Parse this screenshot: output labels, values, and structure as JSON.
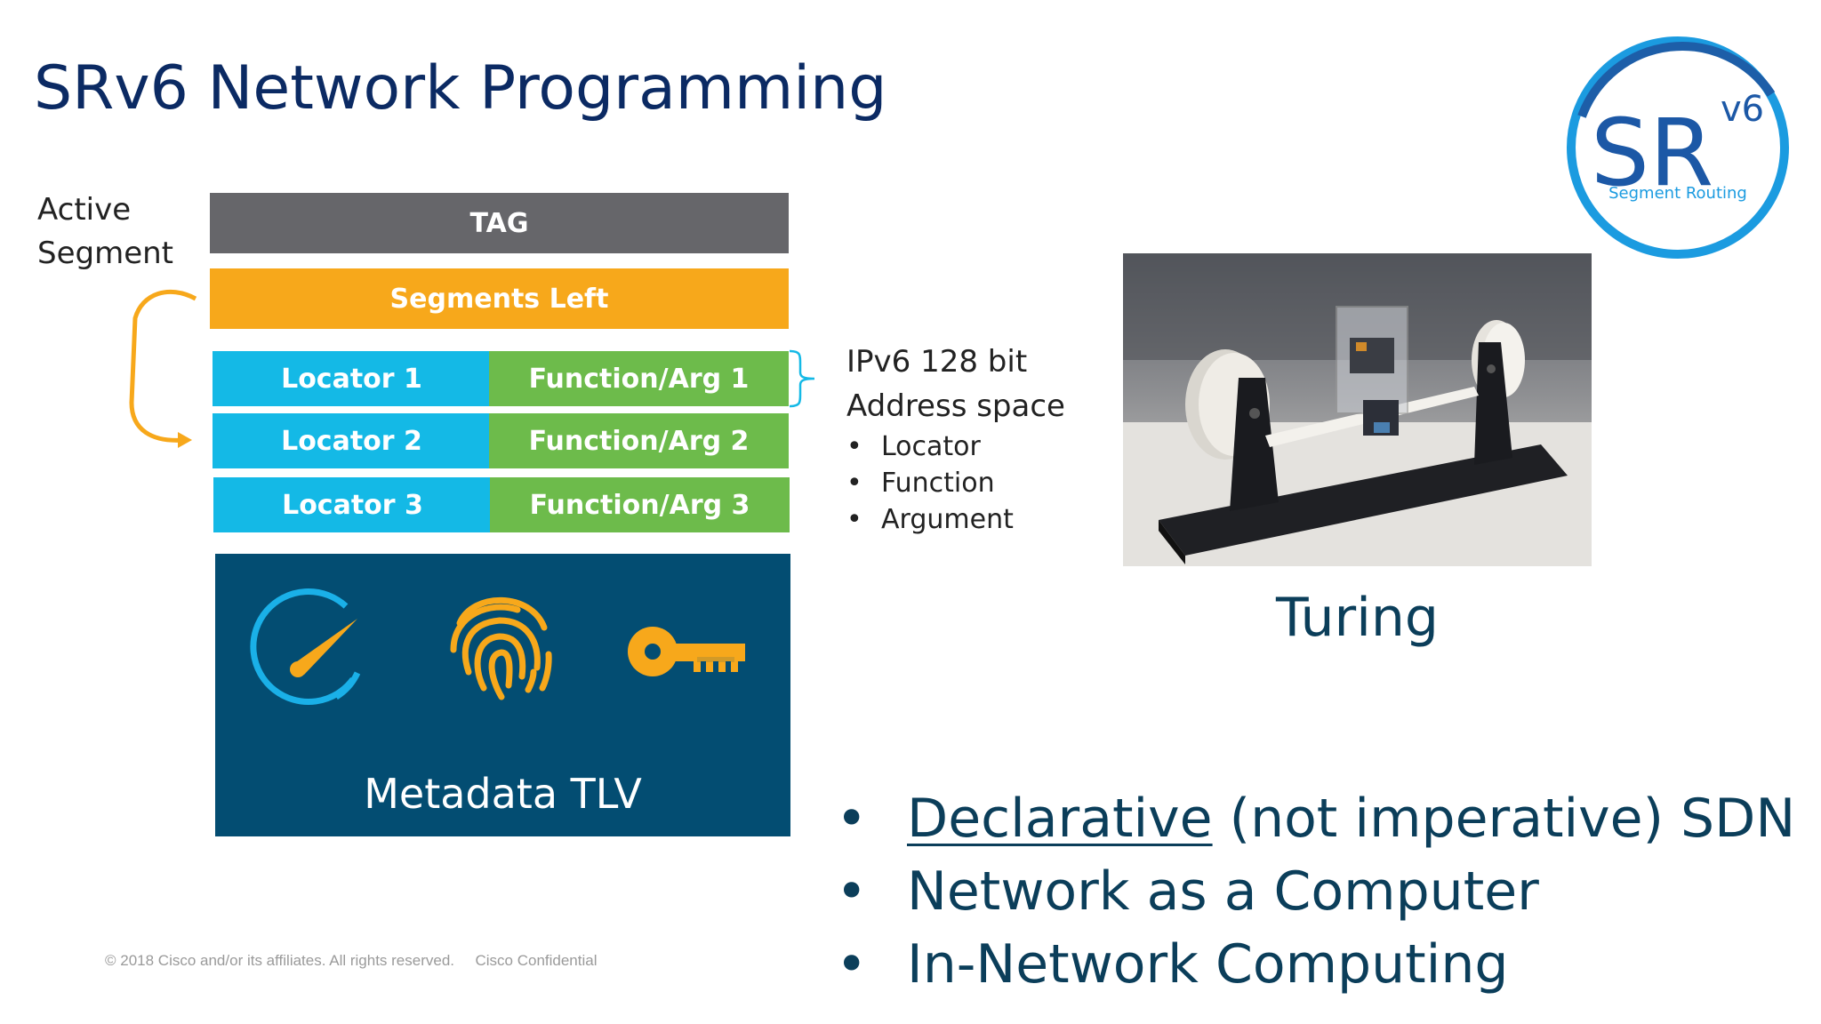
{
  "slide": {
    "title": "SRv6 Network Programming",
    "active_segment_line1": "Active",
    "active_segment_line2": "Segment"
  },
  "header_stack": {
    "tag": "TAG",
    "segments_left": "Segments Left",
    "rows": [
      {
        "locator": "Locator 1",
        "function": "Function/Arg 1"
      },
      {
        "locator": "Locator 2",
        "function": "Function/Arg 2"
      },
      {
        "locator": "Locator 3",
        "function": "Function/Arg 3"
      }
    ],
    "metadata": "Metadata TLV"
  },
  "ipv6": {
    "line1": "IPv6 128 bit",
    "line2": "Address space",
    "items": [
      "Locator",
      "Function",
      "Argument"
    ]
  },
  "turing": {
    "caption": "Turing"
  },
  "bullets": {
    "item1_underlined": "Declarative",
    "item1_rest": " (not imperative) SDN",
    "item2": "Network as a Computer",
    "item3": "In-Network Computing"
  },
  "logo": {
    "main": "SR",
    "superscript": "v6",
    "subtitle": "Segment Routing"
  },
  "footer": {
    "copyright": "© 2018  Cisco and/or its affiliates. All rights reserved.",
    "confidential": "Cisco Confidential"
  },
  "colors": {
    "title": "#0b2a63",
    "tag": "#66666a",
    "segments_left": "#f7a81b",
    "locator": "#14b9e6",
    "function": "#6dbb4b",
    "metadata": "#034d72",
    "accent_text": "#0b3e5a"
  },
  "icons": [
    "speedometer-icon",
    "fingerprint-icon",
    "key-icon"
  ]
}
